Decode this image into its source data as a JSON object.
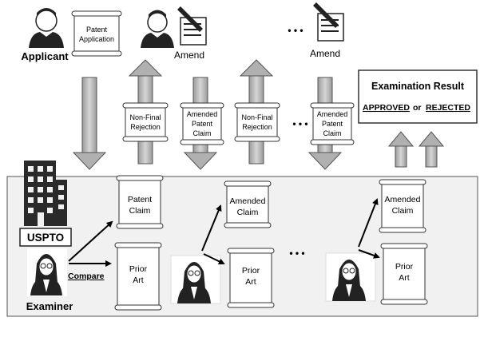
{
  "actors": {
    "applicant": "Applicant",
    "examiner": "Examiner",
    "office": "USPTO"
  },
  "documents": {
    "patent_application": [
      "Patent",
      "Application"
    ],
    "non_final_rejection": [
      "Non-Final",
      "Rejection"
    ],
    "amended_patent_claim": [
      "Amended",
      "Patent",
      "Claim"
    ],
    "patent_claim": [
      "Patent",
      "Claim"
    ],
    "amended_claim": [
      "Amended",
      "Claim"
    ],
    "prior_art": [
      "Prior",
      "Art"
    ]
  },
  "labels": {
    "amend": "Amend",
    "compare": "Compare",
    "ellipsis": "• • •"
  },
  "result": {
    "title": "Examination Result",
    "approved": "APPROVED",
    "or": "or",
    "rejected": "REJECTED"
  }
}
